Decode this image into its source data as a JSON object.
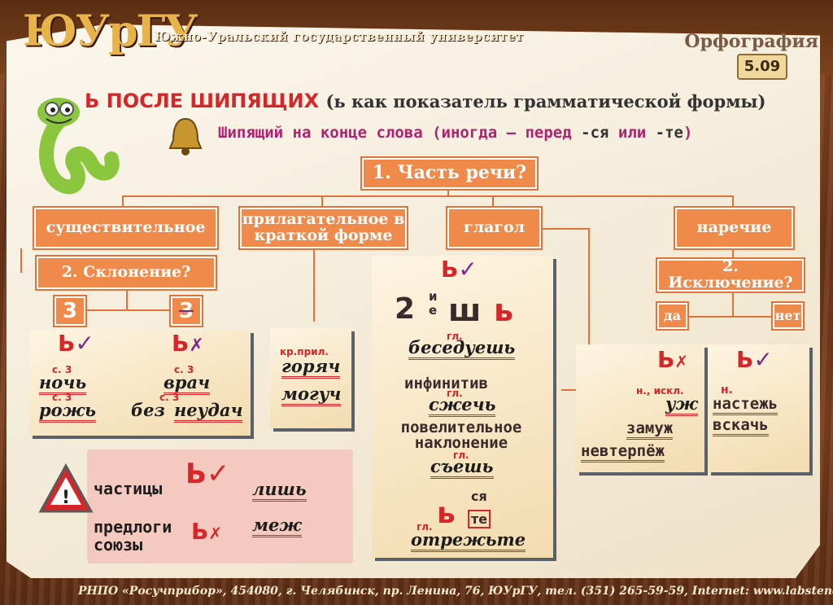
{
  "header": {
    "logo": "ЮУрГУ",
    "university": "Южно-Уральский государственный университет",
    "topic": "Орфография",
    "number": "5.09"
  },
  "title": {
    "main": "Ь ПОСЛЕ ШИПЯЩИХ",
    "paren": "(ь как показатель грамматической формы)"
  },
  "subtitle": {
    "part1": "Шипящий на конце слова (иногда — перед ",
    "sya": "-ся",
    "or": " или ",
    "te": "-те",
    "close": ")"
  },
  "tree": {
    "q1": "1. Часть речи?",
    "noun": "существительное",
    "adj": "прилагательное в краткой форме",
    "verb": "глагол",
    "adv": "наречие",
    "q2decl": "2. Склонение?",
    "q2exc": "2. Исключение?",
    "decl3": "3",
    "decl3x": "3",
    "yes": "да",
    "no": "нет"
  },
  "noun_panel": {
    "lab_c3a": "с. 3",
    "w1": "ночь",
    "lab_c3b": "с. 3",
    "w2": "рожь",
    "w3": "врач",
    "lab_c3c": "с. 3",
    "w4": "без",
    "lab_c3d": "с. 3",
    "w5": "неудач"
  },
  "adj_panel": {
    "label": "кр.прил.",
    "w1": "горяч",
    "w2": "могуч"
  },
  "verb_panel": {
    "big2": "2",
    "ie": "и е",
    "sh": "ш",
    "soft": "ь",
    "lab1": "гл.",
    "w1": "беседуешь",
    "inf": "инфинитив",
    "lab2": "гл.",
    "w2": "сжечь",
    "imp": "повелительное наклонение",
    "lab3": "гл.",
    "w3": "съешь",
    "sya": "ся",
    "te": "те",
    "lab4": "гл.",
    "w4": "отрежьте"
  },
  "adv_panel_exc": {
    "label": "н., искл.",
    "w1": "уж",
    "w2": "замуж",
    "w3": "невтерпёж"
  },
  "adv_panel_rule": {
    "label": "н.",
    "w1": "настежь",
    "w2": "вскачь"
  },
  "warning": {
    "particles": "частицы",
    "p_word": "лишь",
    "preps": "предлоги союзы",
    "p2_word": "меж"
  },
  "footer": "РНПО «Росучприбор», 454080, г. Челябинск, пр. Ленина, 76, ЮУрГУ, тел. (351) 265-59-59, Internet: www.labstend.ru",
  "colors": {
    "accent": "#f08a4b",
    "red": "#d6262a",
    "magenta": "#b0226e",
    "wood": "#6b3a1e"
  }
}
